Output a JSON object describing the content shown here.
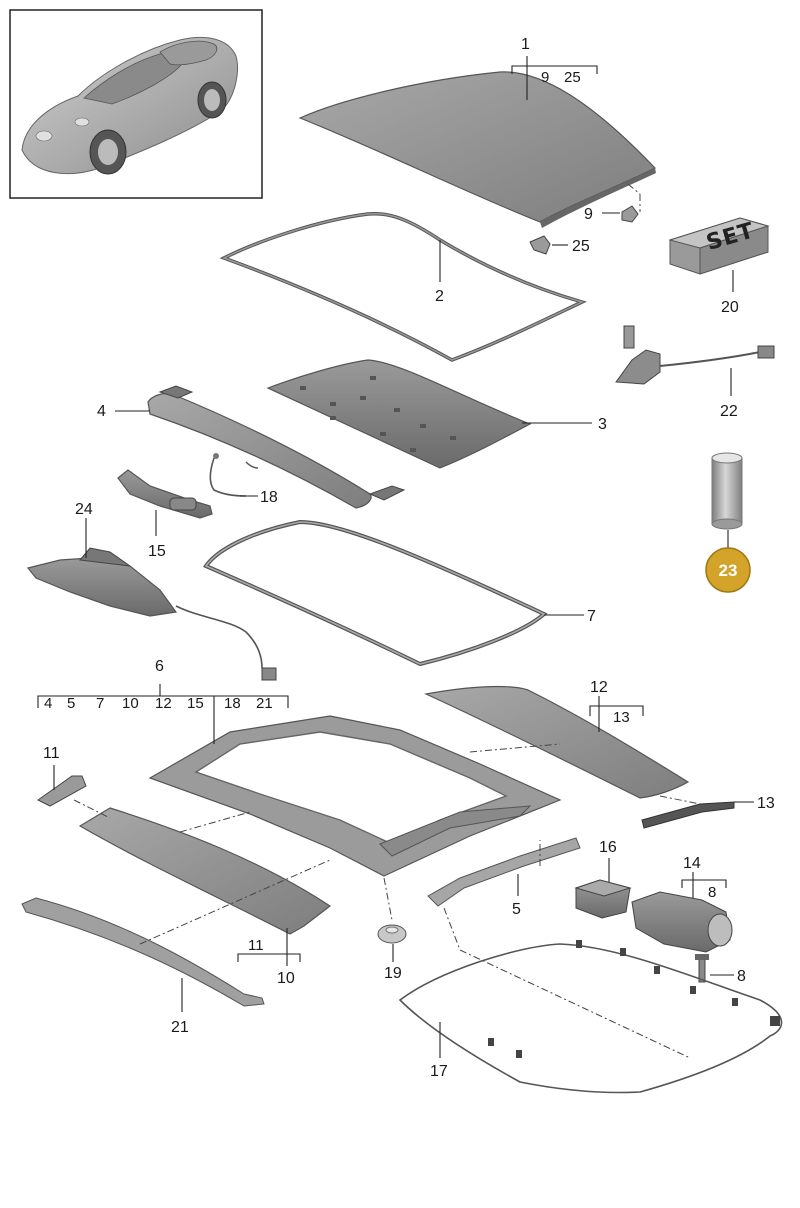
{
  "parts": [
    {
      "id": "p1",
      "number": "1",
      "subs": [
        "9",
        "25"
      ]
    },
    {
      "id": "p2",
      "number": "2"
    },
    {
      "id": "p3",
      "number": "3"
    },
    {
      "id": "p4",
      "number": "4"
    },
    {
      "id": "p5",
      "number": "5"
    },
    {
      "id": "p6",
      "number": "6",
      "subs": [
        "4",
        "5",
        "7",
        "10",
        "12",
        "15",
        "18",
        "21"
      ]
    },
    {
      "id": "p7",
      "number": "7"
    },
    {
      "id": "p8",
      "number": "8"
    },
    {
      "id": "p9",
      "number": "9"
    },
    {
      "id": "p10",
      "number": "10",
      "subs": [
        "11"
      ]
    },
    {
      "id": "p11",
      "number": "11"
    },
    {
      "id": "p12",
      "number": "12",
      "subs": [
        "13"
      ]
    },
    {
      "id": "p13",
      "number": "13"
    },
    {
      "id": "p14",
      "number": "14",
      "subs": [
        "8"
      ]
    },
    {
      "id": "p15",
      "number": "15"
    },
    {
      "id": "p16",
      "number": "16"
    },
    {
      "id": "p17",
      "number": "17"
    },
    {
      "id": "p18",
      "number": "18"
    },
    {
      "id": "p19",
      "number": "19"
    },
    {
      "id": "p20",
      "number": "20"
    },
    {
      "id": "p21",
      "number": "21"
    },
    {
      "id": "p22",
      "number": "22"
    },
    {
      "id": "p23",
      "number": "23",
      "highlighted": true
    },
    {
      "id": "p24",
      "number": "24"
    },
    {
      "id": "p25",
      "number": "25"
    }
  ],
  "set_box_text": "SET",
  "colors": {
    "badge": "#d4a32a",
    "badge_border": "#9e7a12",
    "part_fill": "#8c8c8c",
    "part_light": "#b4b4b4"
  }
}
